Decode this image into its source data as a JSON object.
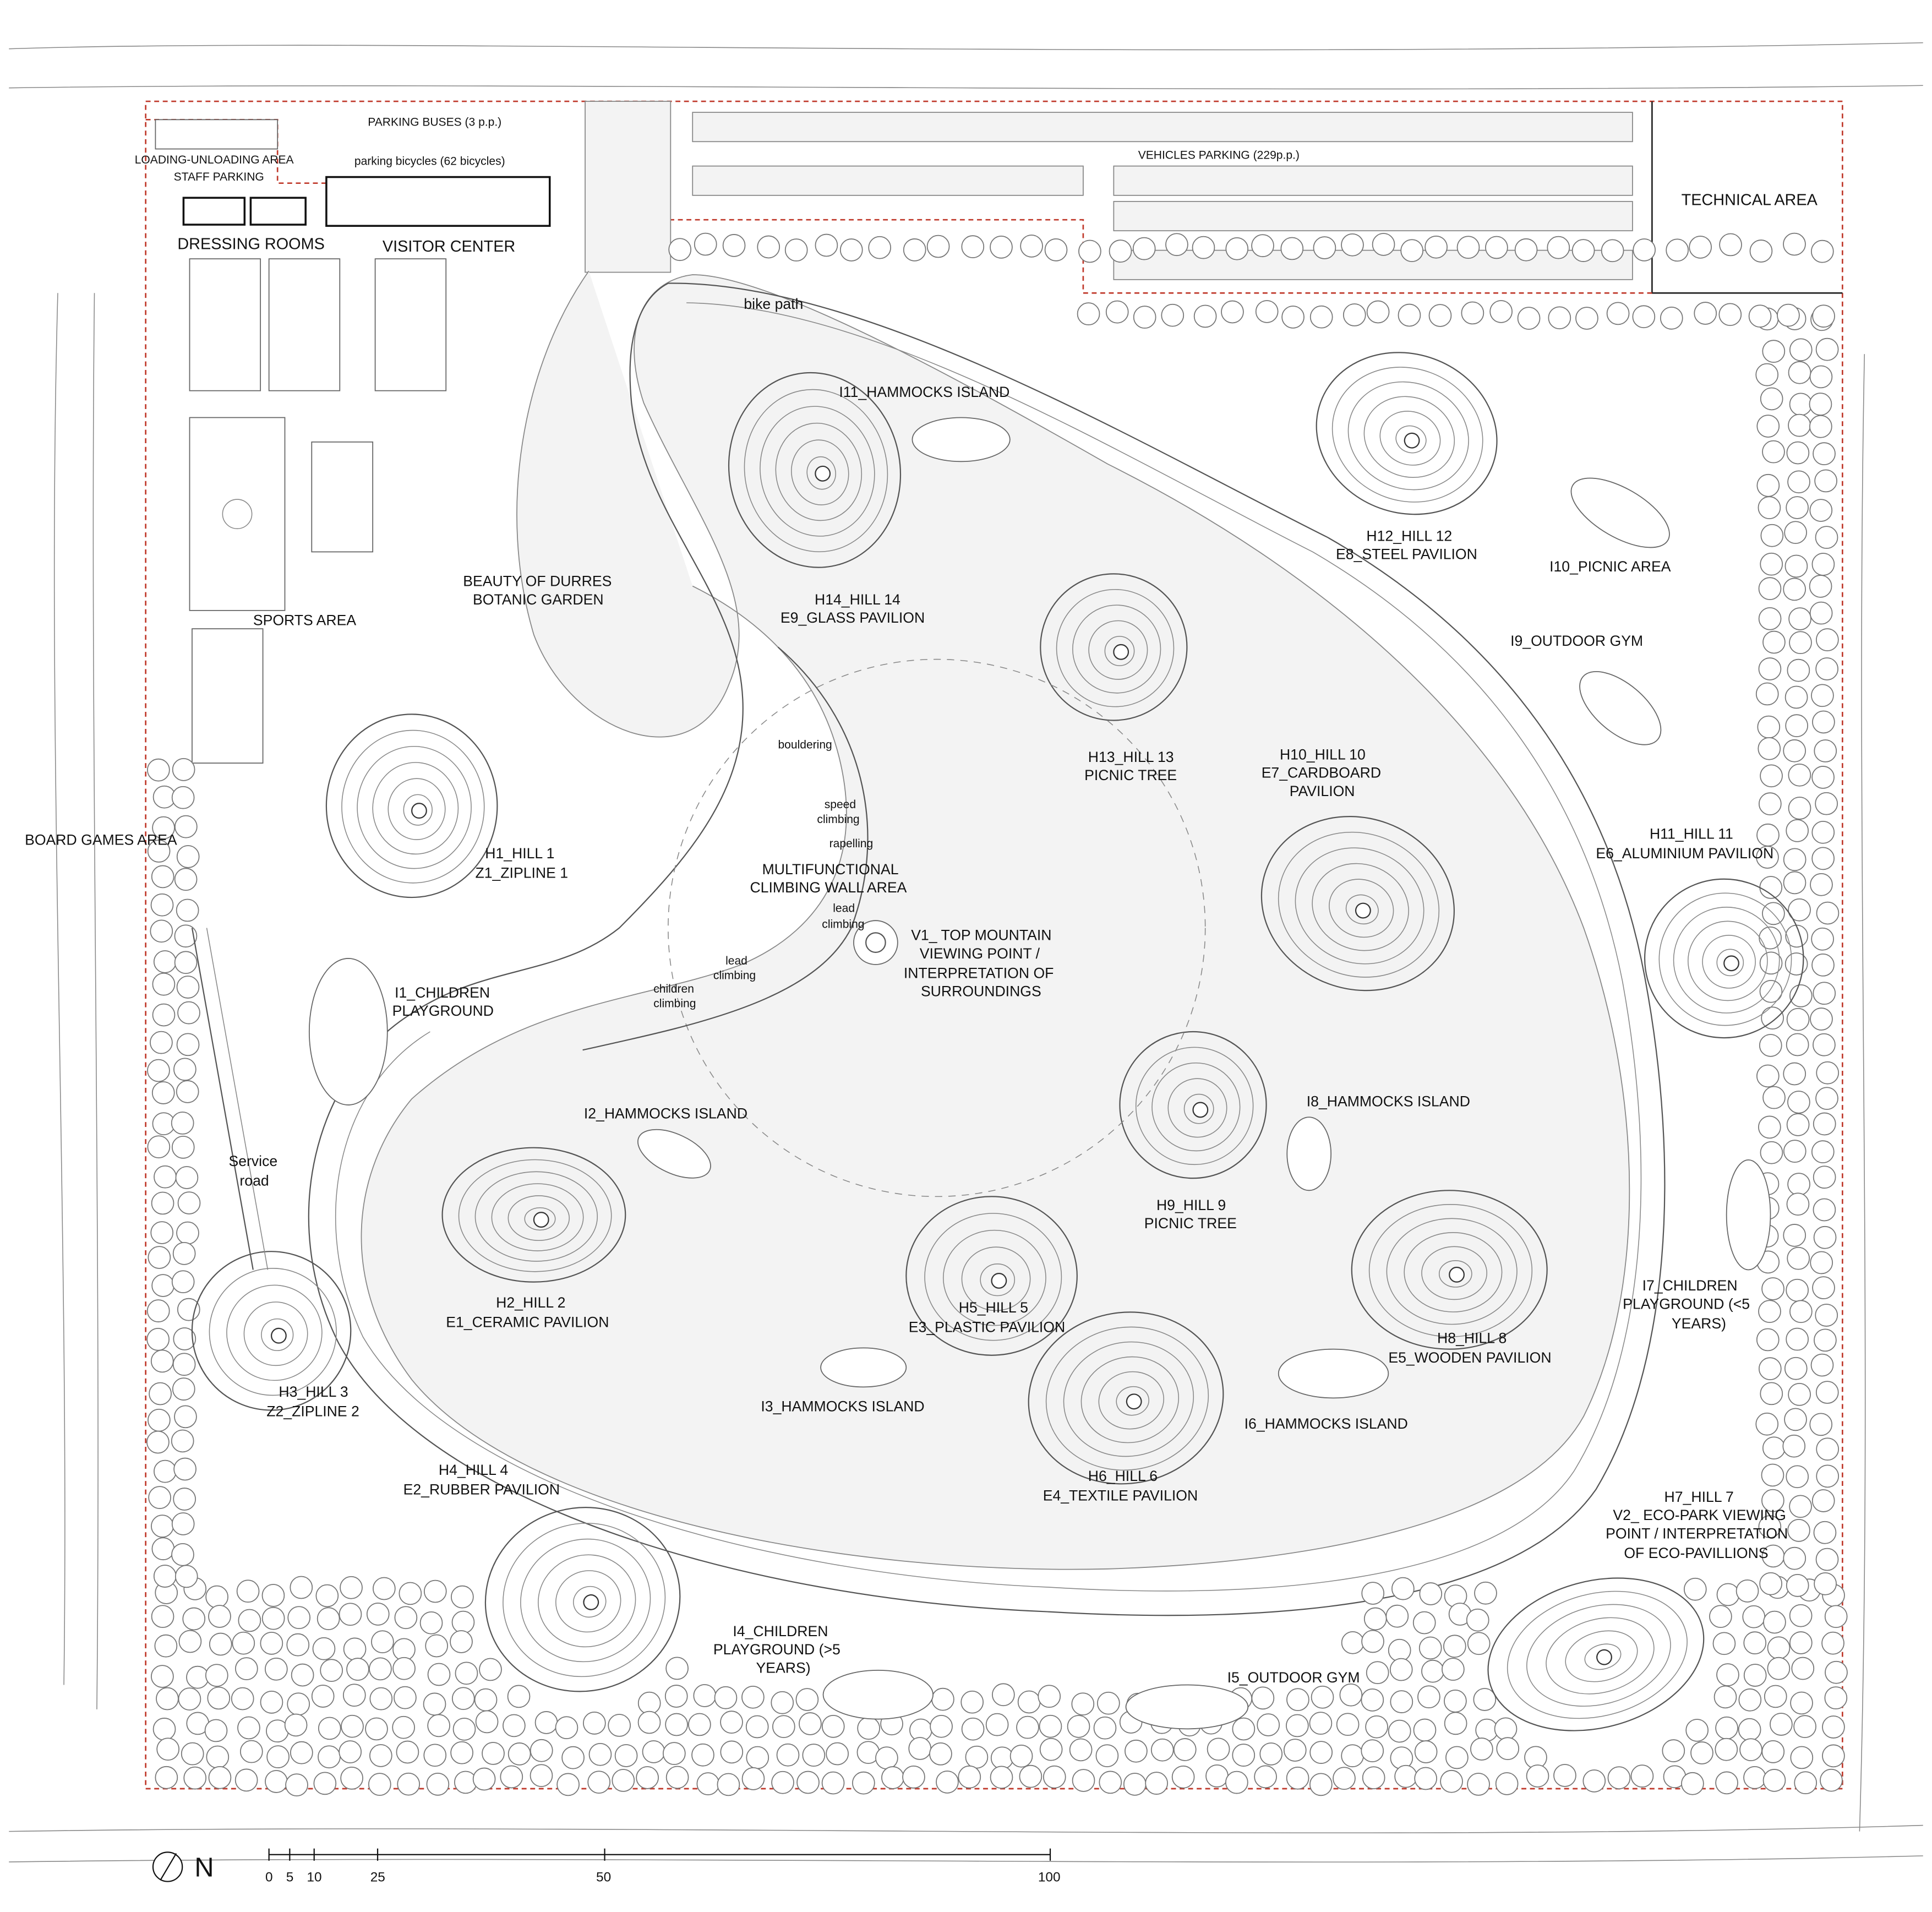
{
  "labels": {
    "parking_buses": "PARKING BUSES (3 p.p.)",
    "loading_area": "LOADING-UNLOADING AREA",
    "staff_parking": "STAFF PARKING",
    "parking_bicycles": "parking bicycles (62 bicycles)",
    "vehicles_parking": "VEHICLES PARKING (229p.p.)",
    "technical_area": "TECHNICAL AREA",
    "dressing_rooms": "DRESSING ROOMS",
    "visitor_center": "VISITOR CENTER",
    "bike_path": "bike path",
    "i11": "I11_HAMMOCKS ISLAND",
    "h12_a": "H12_HILL 12",
    "h12_b": "E8_STEEL PAVILION",
    "i10": "I10_PICNIC AREA",
    "botanic_a": "BEAUTY OF DURRES",
    "botanic_b": "BOTANIC GARDEN",
    "sports_area": "SPORTS AREA",
    "h14_a": "H14_HILL 14",
    "h14_b": "E9_GLASS PAVILION",
    "i9": "I9_OUTDOOR GYM",
    "bouldering": "bouldering",
    "speed_a": "speed",
    "speed_b": "climbing",
    "rapelling": "rapelling",
    "h13_a": "H13_HILL 13",
    "h13_b": "PICNIC TREE",
    "h10_a": "H10_HILL 10",
    "h10_b": "E7_CARDBOARD",
    "h10_c": "PAVILION",
    "h11_a": "H11_HILL 11",
    "h11_b": "E6_ALUMINIUM PAVILION",
    "board_games": "BOARD GAMES AREA",
    "h1_a": "H1_HILL 1",
    "h1_b": "Z1_ZIPLINE 1",
    "climb_a": "MULTIFUNCTIONAL",
    "climb_b": "CLIMBING WALL AREA",
    "lead_a": "lead",
    "lead_b": "climbing",
    "v1_a": "V1_ TOP MOUNTAIN",
    "v1_b": "VIEWING POINT /",
    "v1_c": "INTERPRETATION OF",
    "v1_d": "SURROUNDINGS",
    "lead2_a": "lead",
    "lead2_b": "climbing",
    "children_a": "children",
    "children_b": "climbing",
    "i1_a": "I1_CHILDREN",
    "i1_b": "PLAYGROUND",
    "i8": "I8_HAMMOCKS ISLAND",
    "i2": "I2_HAMMOCKS ISLAND",
    "service_a": "Service",
    "service_b": "road",
    "h9_a": "H9_HILL 9",
    "h9_b": "PICNIC TREE",
    "h2_a": "H2_HILL 2",
    "h2_b": "E1_CERAMIC PAVILION",
    "h5_a": "H5_HILL 5",
    "h5_b": "E3_PLASTIC PAVILION",
    "h8_a": "H8_HILL 8",
    "h8_b": "E5_WOODEN PAVILION",
    "i7_a": "I7_CHILDREN",
    "i7_b": "PLAYGROUND (<5",
    "i7_c": "YEARS)",
    "h3_a": "H3_HILL 3",
    "h3_b": "Z2_ZIPLINE 2",
    "i3": "I3_HAMMOCKS ISLAND",
    "i6": "I6_HAMMOCKS ISLAND",
    "h4_a": "H4_HILL 4",
    "h4_b": "E2_RUBBER PAVILION",
    "h6_a": "H6_HILL 6",
    "h6_b": "E4_TEXTILE PAVILION",
    "h7_a": "H7_HILL 7",
    "h7_b": "V2_ ECO-PARK VIEWING",
    "h7_c": "POINT / INTERPRETATION",
    "h7_d": "OF ECO-PAVILLIONS",
    "i4_a": "I4_CHILDREN",
    "i4_b": "PLAYGROUND (>5",
    "i4_c": "YEARS)",
    "i5": "I5_OUTDOOR GYM",
    "north": "N"
  },
  "scale_bar": {
    "ticks": [
      "0",
      "5",
      "10",
      "25",
      "50",
      "100"
    ]
  },
  "colors": {
    "boundary": "#c0392b",
    "linework": "#555555",
    "text": "#111111"
  }
}
